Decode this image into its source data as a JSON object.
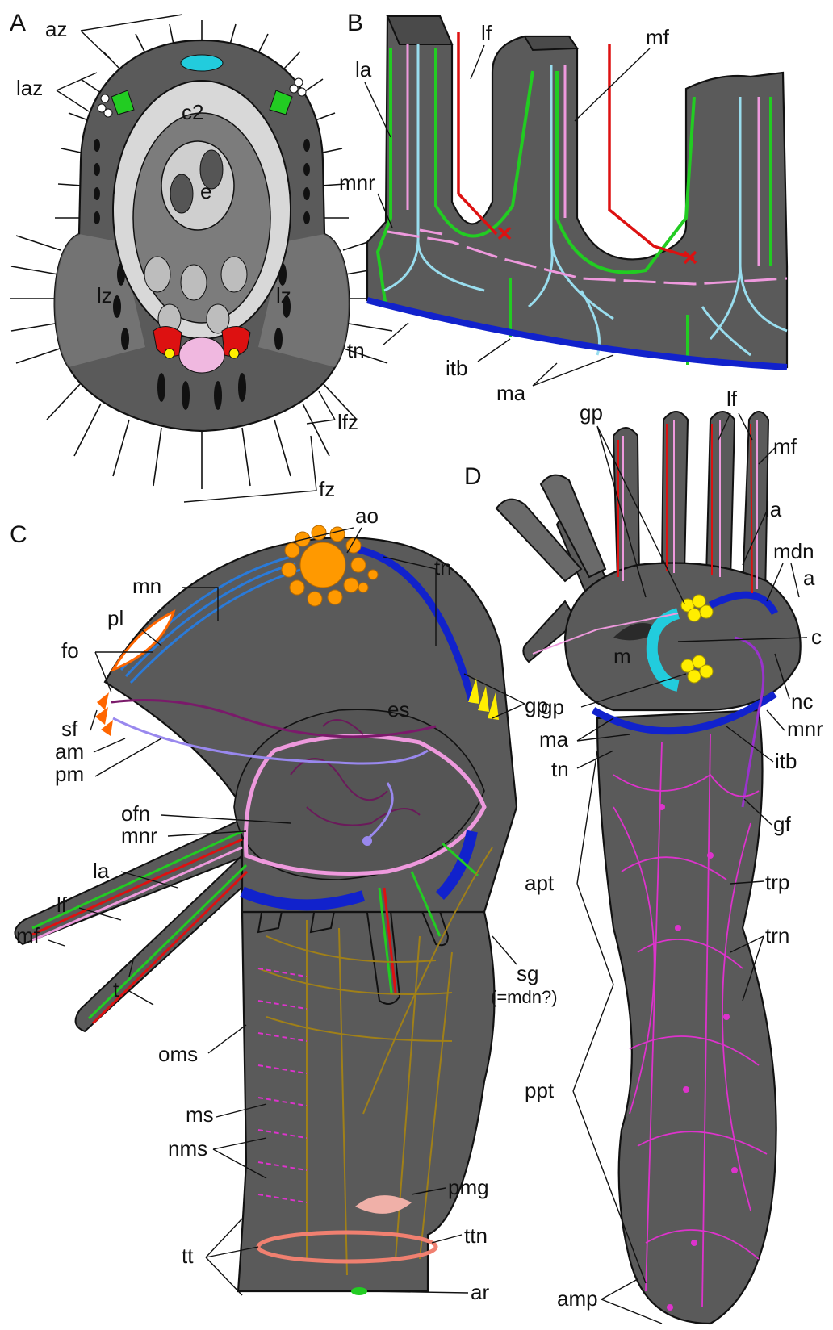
{
  "panels": {
    "A": {
      "panel_label": "A",
      "labels": {
        "az": "az",
        "laz": "laz",
        "c2": "c2",
        "e": "e",
        "lz_left": "lz",
        "lz_right": "lz",
        "lfz": "lfz",
        "fz": "fz"
      }
    },
    "B": {
      "panel_label": "B",
      "labels": {
        "lf": "lf",
        "mf": "mf",
        "la": "la",
        "mnr": "mnr",
        "tn": "tn",
        "itb": "itb",
        "ma": "ma"
      }
    },
    "C": {
      "panel_label": "C",
      "labels": {
        "ao": "ao",
        "tn": "tn",
        "mn": "mn",
        "pl": "pl",
        "fo": "fo",
        "sf": "sf",
        "am": "am",
        "pm": "pm",
        "es": "es",
        "gp": "gp",
        "ofn": "ofn",
        "mnr": "mnr",
        "la": "la",
        "lf": "lf",
        "mf": "mf",
        "t": "t",
        "oms": "oms",
        "sg": "sg",
        "sg_note": "(=mdn?)",
        "ms": "ms",
        "nms": "nms",
        "pmg": "pmg",
        "tt": "tt",
        "ttn": "ttn",
        "ar": "ar"
      }
    },
    "D": {
      "panel_label": "D",
      "labels": {
        "gp": "gp",
        "lf": "lf",
        "mf": "mf",
        "la": "la",
        "mdn": "mdn",
        "a": "a",
        "m": "m",
        "c": "c",
        "nc": "nc",
        "gp2": "gp",
        "ma": "ma",
        "mnr": "mnr",
        "tn": "tn",
        "itb": "itb",
        "gf": "gf",
        "trp": "trp",
        "apt": "apt",
        "trn": "trn",
        "ppt": "ppt",
        "amp": "amp"
      }
    }
  },
  "colors": {
    "tissue": "#555555",
    "tissue_light": "#8a8a8a",
    "outline": "#111111",
    "lateral_nerve_green": "#22cc22",
    "red_nerve": "#dd1111",
    "pink_nerve": "#ee99dd",
    "cyan_nerve": "#99ddee",
    "blue_nerve": "#1122cc",
    "orange_organ": "#ff9900",
    "yellow": "#ffee00",
    "purple": "#7a1a6a",
    "lavender": "#9988ee",
    "magenta": "#dd33cc",
    "olive": "#a08018",
    "salmon": "#f08070",
    "apical_cyan": "#22ccdd"
  }
}
